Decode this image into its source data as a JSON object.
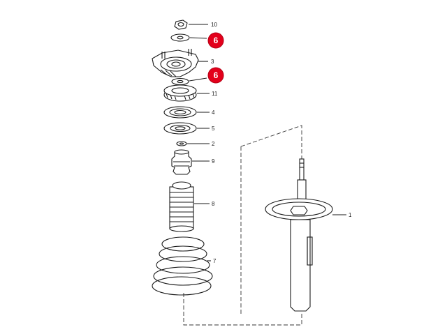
{
  "part_numbers": {
    "p10": "10",
    "p3": "3",
    "p11": "11",
    "p4": "4",
    "p5": "5",
    "p2": "2",
    "p9": "9",
    "p8": "8",
    "p7": "7",
    "p1": "1"
  },
  "callouts": {
    "c1": "6",
    "c2": "6"
  },
  "colors": {
    "callout": "#e3001b",
    "line": "#1a1a1a"
  }
}
